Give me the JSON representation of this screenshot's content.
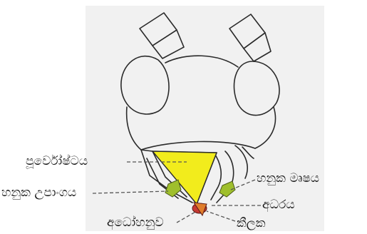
{
  "colors": {
    "background": "#ffffff",
    "paper_tint": "#ececec",
    "outline": "#2a2a2a",
    "clypeus_fill": "#f2ec1c",
    "mandible_fill": "#9fbf2c",
    "labium_fill": "#c83a32",
    "leader_line": "#555555"
  },
  "labels": [
    {
      "name": "clypeus-label",
      "text": "පූර්වෝෂ්ටය"
    },
    {
      "name": "mandible-appendage-label",
      "text": "හනුක උපාංගය"
    },
    {
      "name": "mandible-label",
      "text": "හනුක මෘෂය"
    },
    {
      "name": "labrum-label",
      "text": "අධරය"
    },
    {
      "name": "hypopharynx-label",
      "text": "අධෝහනුව"
    },
    {
      "name": "cardo-label",
      "text": "කීලක"
    }
  ]
}
